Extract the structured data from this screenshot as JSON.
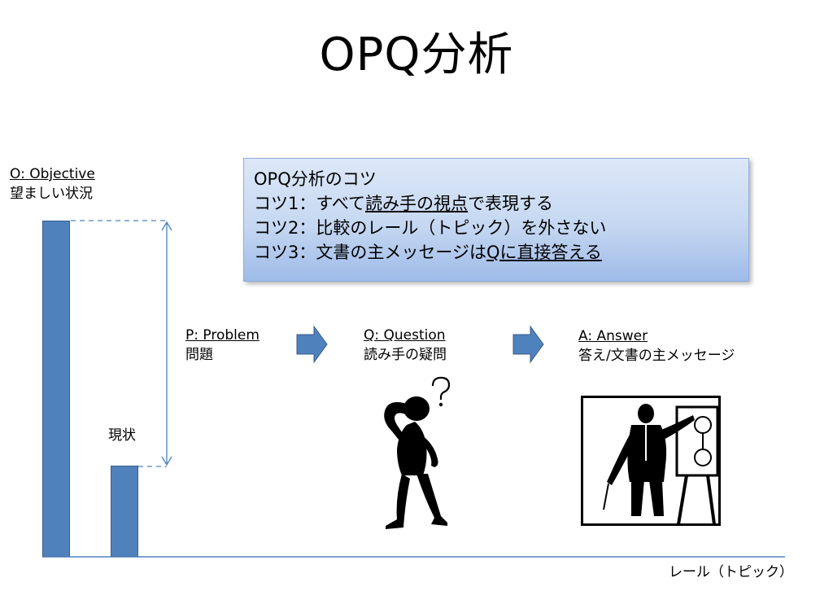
{
  "title": "OPQ分析",
  "objective": {
    "heading": "O: Objective",
    "text": "望ましい状況"
  },
  "current": {
    "label": "現状"
  },
  "problem": {
    "heading": "P: Problem",
    "text": "問題"
  },
  "question": {
    "heading": "Q: Question",
    "text": "読み手の疑問"
  },
  "answer": {
    "heading": "A: Answer",
    "text": "答え/文書の主メッセージ"
  },
  "axis_label": "レール（トピック）",
  "tips": {
    "heading": "OPQ分析のコツ",
    "tip1": {
      "prefix": "コツ1：すべて",
      "underlined": "読み手の視点",
      "suffix": "で表現する"
    },
    "tip2": {
      "text": "コツ2：比較のレール（トピック）を外さない"
    },
    "tip3": {
      "prefix": "コツ3：文書の主メッセージは",
      "underlined1": "Qに",
      "underlined2": "直接答える"
    }
  },
  "colors": {
    "bar": "#4f81bd",
    "arrow": "#4f81bd",
    "line": "#4f81bd"
  },
  "chart_data": {
    "type": "bar",
    "categories": [
      "O: Objective",
      "現状"
    ],
    "values": [
      100,
      27
    ],
    "ylim": [
      0,
      100
    ]
  }
}
